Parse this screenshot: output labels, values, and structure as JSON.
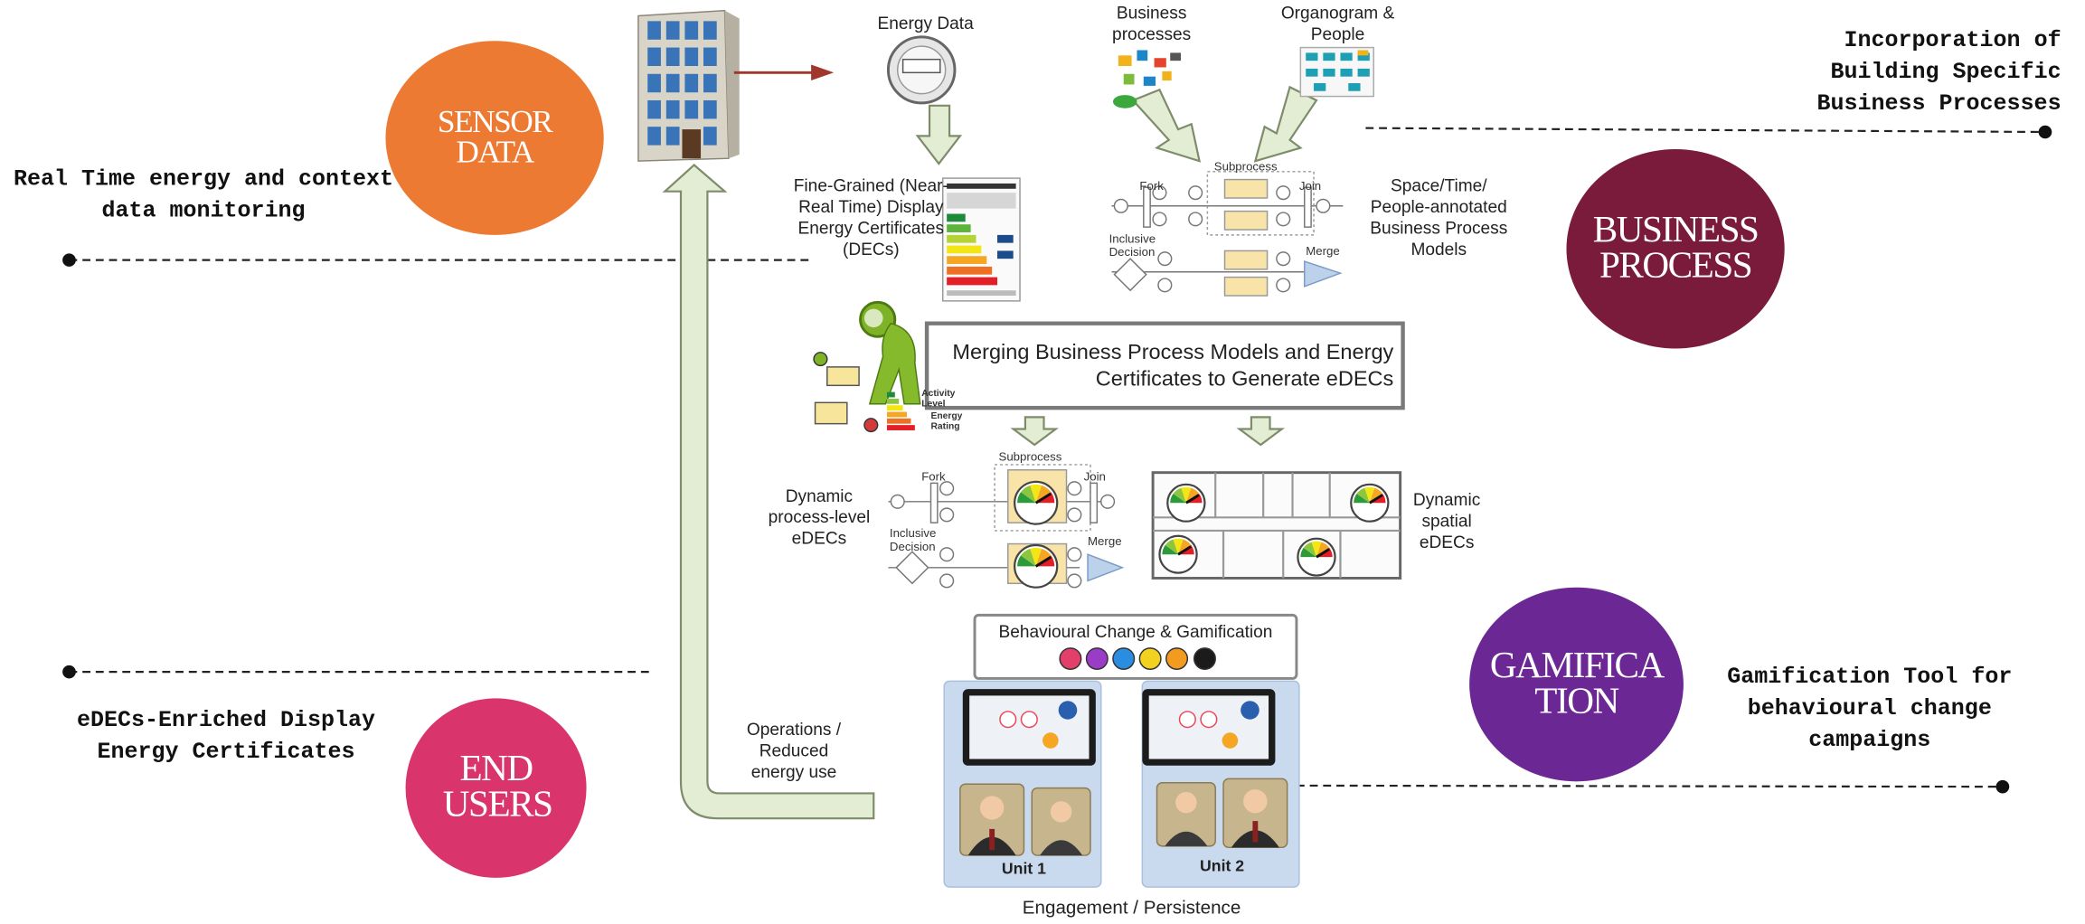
{
  "circles": {
    "sensor": {
      "text": "SENSOR DATA",
      "color": "#ec7a33"
    },
    "business": {
      "text": "BUSINESS PROCESS",
      "color": "#7b1b3b"
    },
    "gamification": {
      "text": "GAMIFICA TION",
      "color": "#6b2894"
    },
    "endusers": {
      "text": "END USERS",
      "color": "#d9346c"
    }
  },
  "callouts": {
    "realtime": "Real Time energy and context data monitoring",
    "incorporation": "Incorporation of Building Specific Business Processes",
    "edecs": "eDECs-Enriched Display Energy Certificates",
    "gamtool": "Gamification Tool for behavioural change campaigns"
  },
  "labels": {
    "energy_data": "Energy Data",
    "business_processes": "Business processes",
    "organogram": "Organogram & People",
    "fine_grained": "Fine-Grained (Near-Real Time) Display Energy Certificates (DECs)",
    "space_time": "Space/Time/ People-annotated Business Process Models",
    "merging": "Merging Business Process Models and Energy Certificates to Generate eDECs",
    "dynamic_process": "Dynamic process-level eDECs",
    "dynamic_spatial": "Dynamic spatial eDECs",
    "behavioural": "Behavioural Change & Gamification",
    "operations": "Operations / Reduced energy use",
    "engagement": "Engagement / Persistence",
    "unit1": "Unit 1",
    "unit2": "Unit 2",
    "fork": "Fork",
    "subprocess": "Subprocess",
    "join": "Join",
    "inclusive": "Inclusive Decision",
    "merge": "Merge",
    "activity": "Activity Level",
    "energy_rating": "Energy Rating"
  },
  "colors": {
    "arrow_fill": "#e3edd3",
    "arrow_stroke": "#7e8c6c",
    "red_arrow": "#a0362c",
    "panel_bg": "#c9d9ee"
  }
}
